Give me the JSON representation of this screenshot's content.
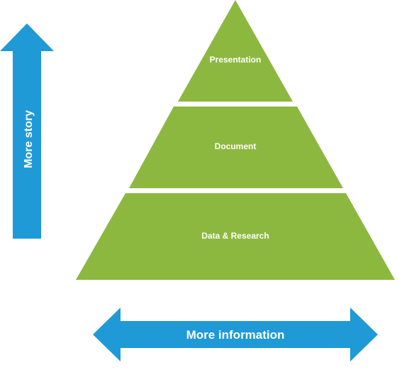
{
  "colors": {
    "pyramid": "#8db83f",
    "arrow": "#1f9ad6",
    "text": "#ffffff",
    "background": "#ffffff"
  },
  "pyramid": {
    "tiers": [
      {
        "label": "Presentation"
      },
      {
        "label": "Document"
      },
      {
        "label": "Data & Research"
      }
    ]
  },
  "arrows": {
    "vertical": {
      "label": "More story",
      "direction": "up"
    },
    "horizontal": {
      "label": "More information",
      "direction": "left-right"
    }
  }
}
